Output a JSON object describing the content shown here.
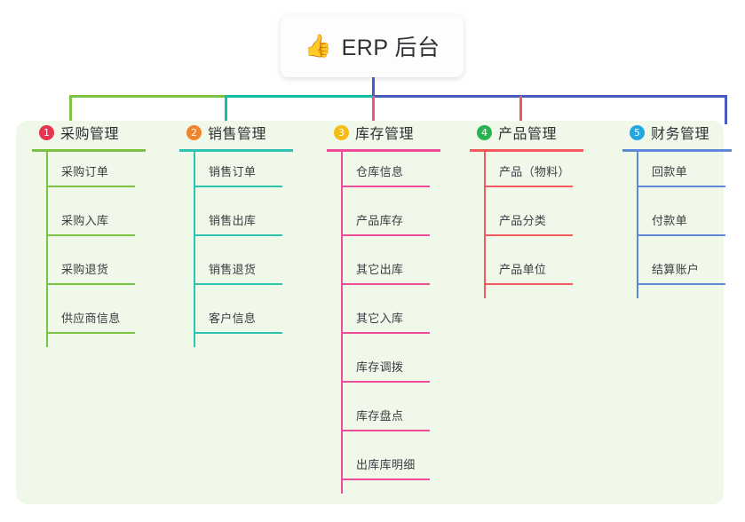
{
  "root": {
    "icon": "thumbs-up-icon",
    "emoji": "👍",
    "title": "ERP 后台"
  },
  "colors": {
    "panel_bg": "#eff8e9",
    "trunk": "#4a5bc0",
    "bar_green": "#7cc243",
    "bar_teal": "#15bfa5",
    "bar_blue": "#4a5bc0"
  },
  "columns": [
    {
      "number": "1",
      "title": "采购管理",
      "badge_color": "#e8344e",
      "line_color": "#7cc243",
      "rule_width": "128",
      "items": [
        {
          "label": "采购订单"
        },
        {
          "label": "采购入库"
        },
        {
          "label": "采购退货"
        },
        {
          "label": "供应商信息"
        }
      ]
    },
    {
      "number": "2",
      "title": "销售管理",
      "badge_color": "#f0842a",
      "line_color": "#2ec3b0",
      "rule_width": "128",
      "items": [
        {
          "label": "销售订单"
        },
        {
          "label": "销售出库"
        },
        {
          "label": "销售退货"
        },
        {
          "label": "客户信息"
        }
      ]
    },
    {
      "number": "3",
      "title": "库存管理",
      "badge_color": "#f5bc14",
      "line_color": "#ef4b9b",
      "rule_width": "128",
      "items": [
        {
          "label": "仓库信息"
        },
        {
          "label": "产品库存"
        },
        {
          "label": "其它出库"
        },
        {
          "label": "其它入库"
        },
        {
          "label": "库存调拨"
        },
        {
          "label": "库存盘点"
        },
        {
          "label": "出库库明细"
        }
      ]
    },
    {
      "number": "4",
      "title": "产品管理",
      "badge_color": "#28b351",
      "line_color": "#f4595e",
      "rule_width": "128",
      "items": [
        {
          "label": "产品（物料）"
        },
        {
          "label": "产品分类"
        },
        {
          "label": "产品单位"
        }
      ]
    },
    {
      "number": "5",
      "title": "财务管理",
      "badge_color": "#22a7e0",
      "line_color": "#5f88d8",
      "rule_width": "123",
      "items": [
        {
          "label": "回款单"
        },
        {
          "label": "付款单"
        },
        {
          "label": "结算账户"
        }
      ]
    }
  ]
}
